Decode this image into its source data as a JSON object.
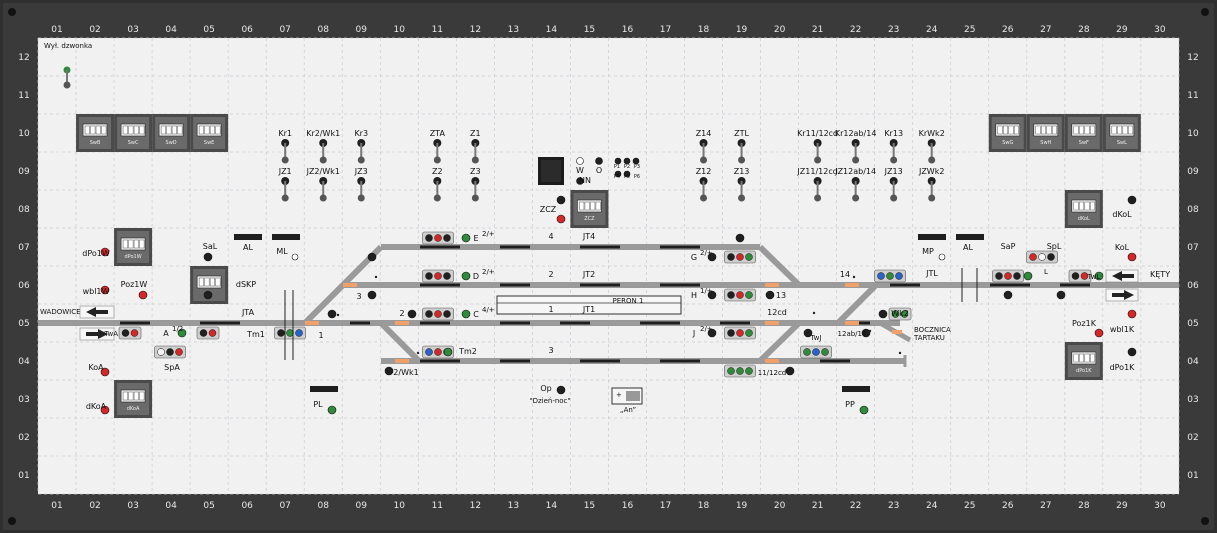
{
  "colors": {
    "frame": "#2f2f2f",
    "panel": "#f1f1f1",
    "grid": "#c9cbd2",
    "track": "#9a9a9a",
    "track_bar": "#1e1e1e",
    "red": "#d42828",
    "green": "#2f8a3a",
    "blue": "#2864c8",
    "white": "#f6f6f6",
    "lamp_dark": "#202020",
    "orange": "#f2a06a"
  },
  "axis": {
    "columns": [
      "01",
      "02",
      "03",
      "04",
      "05",
      "06",
      "07",
      "08",
      "09",
      "10",
      "11",
      "12",
      "13",
      "14",
      "15",
      "16",
      "17",
      "18",
      "19",
      "20",
      "21",
      "22",
      "23",
      "24",
      "25",
      "26",
      "27",
      "28",
      "29",
      "30"
    ],
    "rows": [
      "12",
      "11",
      "10",
      "09",
      "08",
      "07",
      "06",
      "05",
      "04",
      "03",
      "02",
      "01"
    ]
  },
  "stations": {
    "left": "WADOWICE",
    "right": "KĘTY"
  },
  "platform": {
    "label": "PERON 1"
  },
  "labels": {
    "bell": "Wył. dzwonka",
    "siding": "BOCZNICA TARTAKU",
    "op": "Op",
    "day_night": "\"Dzień-noc\"",
    "an": "„An”",
    "w": "W",
    "nn": "NN",
    "o": "O",
    "zcz": "ZCZ",
    "p_grid": [
      "P1",
      "P2",
      "P3",
      "P4",
      "P5",
      "P6"
    ]
  },
  "counters": {
    "top_left": [
      "SwB",
      "SwC",
      "SwD",
      "SwE"
    ],
    "top_right": [
      "SwG",
      "SwH",
      "SwF",
      "SwL"
    ],
    "dpo1w": "dPo1W",
    "dkoa": "dKoA",
    "dskp_unit": "",
    "zcz2": "ZCZ",
    "dkol": "dKoL",
    "dpo1k": "dPo1K"
  },
  "signal_names": {
    "top_left_pairs": [
      {
        "top": "Kr1",
        "bottom": "JZ1"
      },
      {
        "top": "Kr2/Wk1",
        "bottom": "JZ2/Wk1"
      },
      {
        "top": "Kr3",
        "bottom": "JZ3"
      },
      {
        "top": "ZTA",
        "bottom": "Z2"
      },
      {
        "top": "Z1",
        "bottom": "Z3"
      }
    ],
    "top_right_pairs": [
      {
        "top": "Z14",
        "bottom": "Z12"
      },
      {
        "top": "ZTL",
        "bottom": "Z13"
      },
      {
        "top": "Kr11/12cd",
        "bottom": "JZ11/12cd"
      },
      {
        "top": "Kr12ab/14",
        "bottom": "JZ12ab/14"
      },
      {
        "top": "Kr13",
        "bottom": "JZ13"
      },
      {
        "top": "KrWk2",
        "bottom": "JZWk2"
      }
    ]
  },
  "left_labels": {
    "dpo1w": "dPo1W",
    "wbl1w": "wbl1W",
    "poz1w": "Poz1W",
    "sal": "SaL",
    "al": "AL",
    "ml": "ML",
    "dskp": "dSKP",
    "jta": "JTA",
    "tm1": "Tm1",
    "a": "A",
    "a_sup": "1/2",
    "koa": "KoA",
    "spa": "SpA",
    "dkoa": "dKoA",
    "pl": "PL",
    "tw": "TwA"
  },
  "mid_labels": {
    "e": "E",
    "e_sup": "2/+",
    "d": "D",
    "d_sup": "2/+",
    "c": "C",
    "c_sup": "4/+",
    "tm2": "Tm2",
    "wk1": "2/Wk1",
    "n1": "1",
    "n2": "2",
    "n3": "3",
    "n4": "4",
    "n1_track": "1",
    "n2_track": "2",
    "n3_track": "3",
    "n4_track": "4",
    "jt4": "JT4",
    "jt2": "JT2",
    "jt1": "JT1",
    "g": "G",
    "g_sup": "2/+",
    "h": "H",
    "h_sup": "1/+",
    "j": "J",
    "j_sup": "2/+",
    "n13": "13",
    "n12cd": "12cd",
    "n12ab14": "12ab/14",
    "n11_12cd": "11/12cd",
    "n14": "14",
    "wk2": "Wk2",
    "pp": "PP",
    "tw": "TwJ"
  },
  "right_labels": {
    "mp": "MP",
    "al": "AL",
    "jtl": "JTL",
    "sap": "SaP",
    "spl": "SpL",
    "kol": "KoL",
    "l_sup": "L",
    "dkol": "dKoL",
    "poz1k": "Poz1K",
    "wbl1k": "wbl1K",
    "dpo1k": "dPo1K",
    "tw": "TwL"
  }
}
